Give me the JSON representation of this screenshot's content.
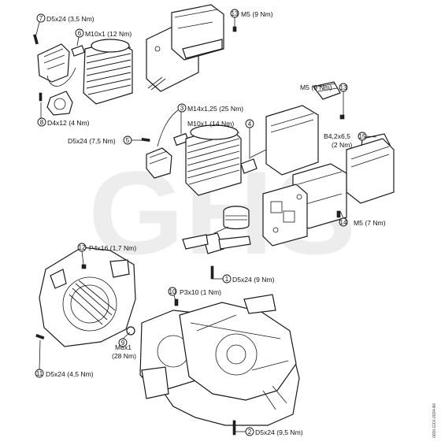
{
  "diagram": {
    "watermark": "GHS",
    "doc_id": "0000-GXX-0004-A0",
    "callouts": [
      {
        "num": "7",
        "label": "D5x24 (3,5 Nm)"
      },
      {
        "num": "6",
        "label": "M10x1 (12 Nm)"
      },
      {
        "num": "8",
        "label": "D4x12 (4 Nm)"
      },
      {
        "num": "13",
        "label": "M5 (9 Nm)"
      },
      {
        "num": "13",
        "label": "M5 (9 Nm)"
      },
      {
        "num": "3",
        "label": "M14x1,25 (25 Nm)"
      },
      {
        "num": "4",
        "label": "M10x1 (14 Nm)"
      },
      {
        "num": "5",
        "label": "D5x24 (7,5 Nm)"
      },
      {
        "num": "15",
        "label": "B4,2x6,5"
      },
      {
        "num": "",
        "label": "(2 Nm)"
      },
      {
        "num": "14",
        "label": "M5 (7 Nm)"
      },
      {
        "num": "12",
        "label": "P4x16 (1,7 Nm)"
      },
      {
        "num": "1",
        "label": "D5x24 (9 Nm)"
      },
      {
        "num": "10",
        "label": "P3x10 (1 Nm)"
      },
      {
        "num": "9",
        "label": "M8x1"
      },
      {
        "num": "",
        "label": "(28 Nm)"
      },
      {
        "num": "11",
        "label": "D5x24 (4,5 Nm)"
      },
      {
        "num": "2",
        "label": "D5x24 (9,5 Nm)"
      }
    ]
  }
}
